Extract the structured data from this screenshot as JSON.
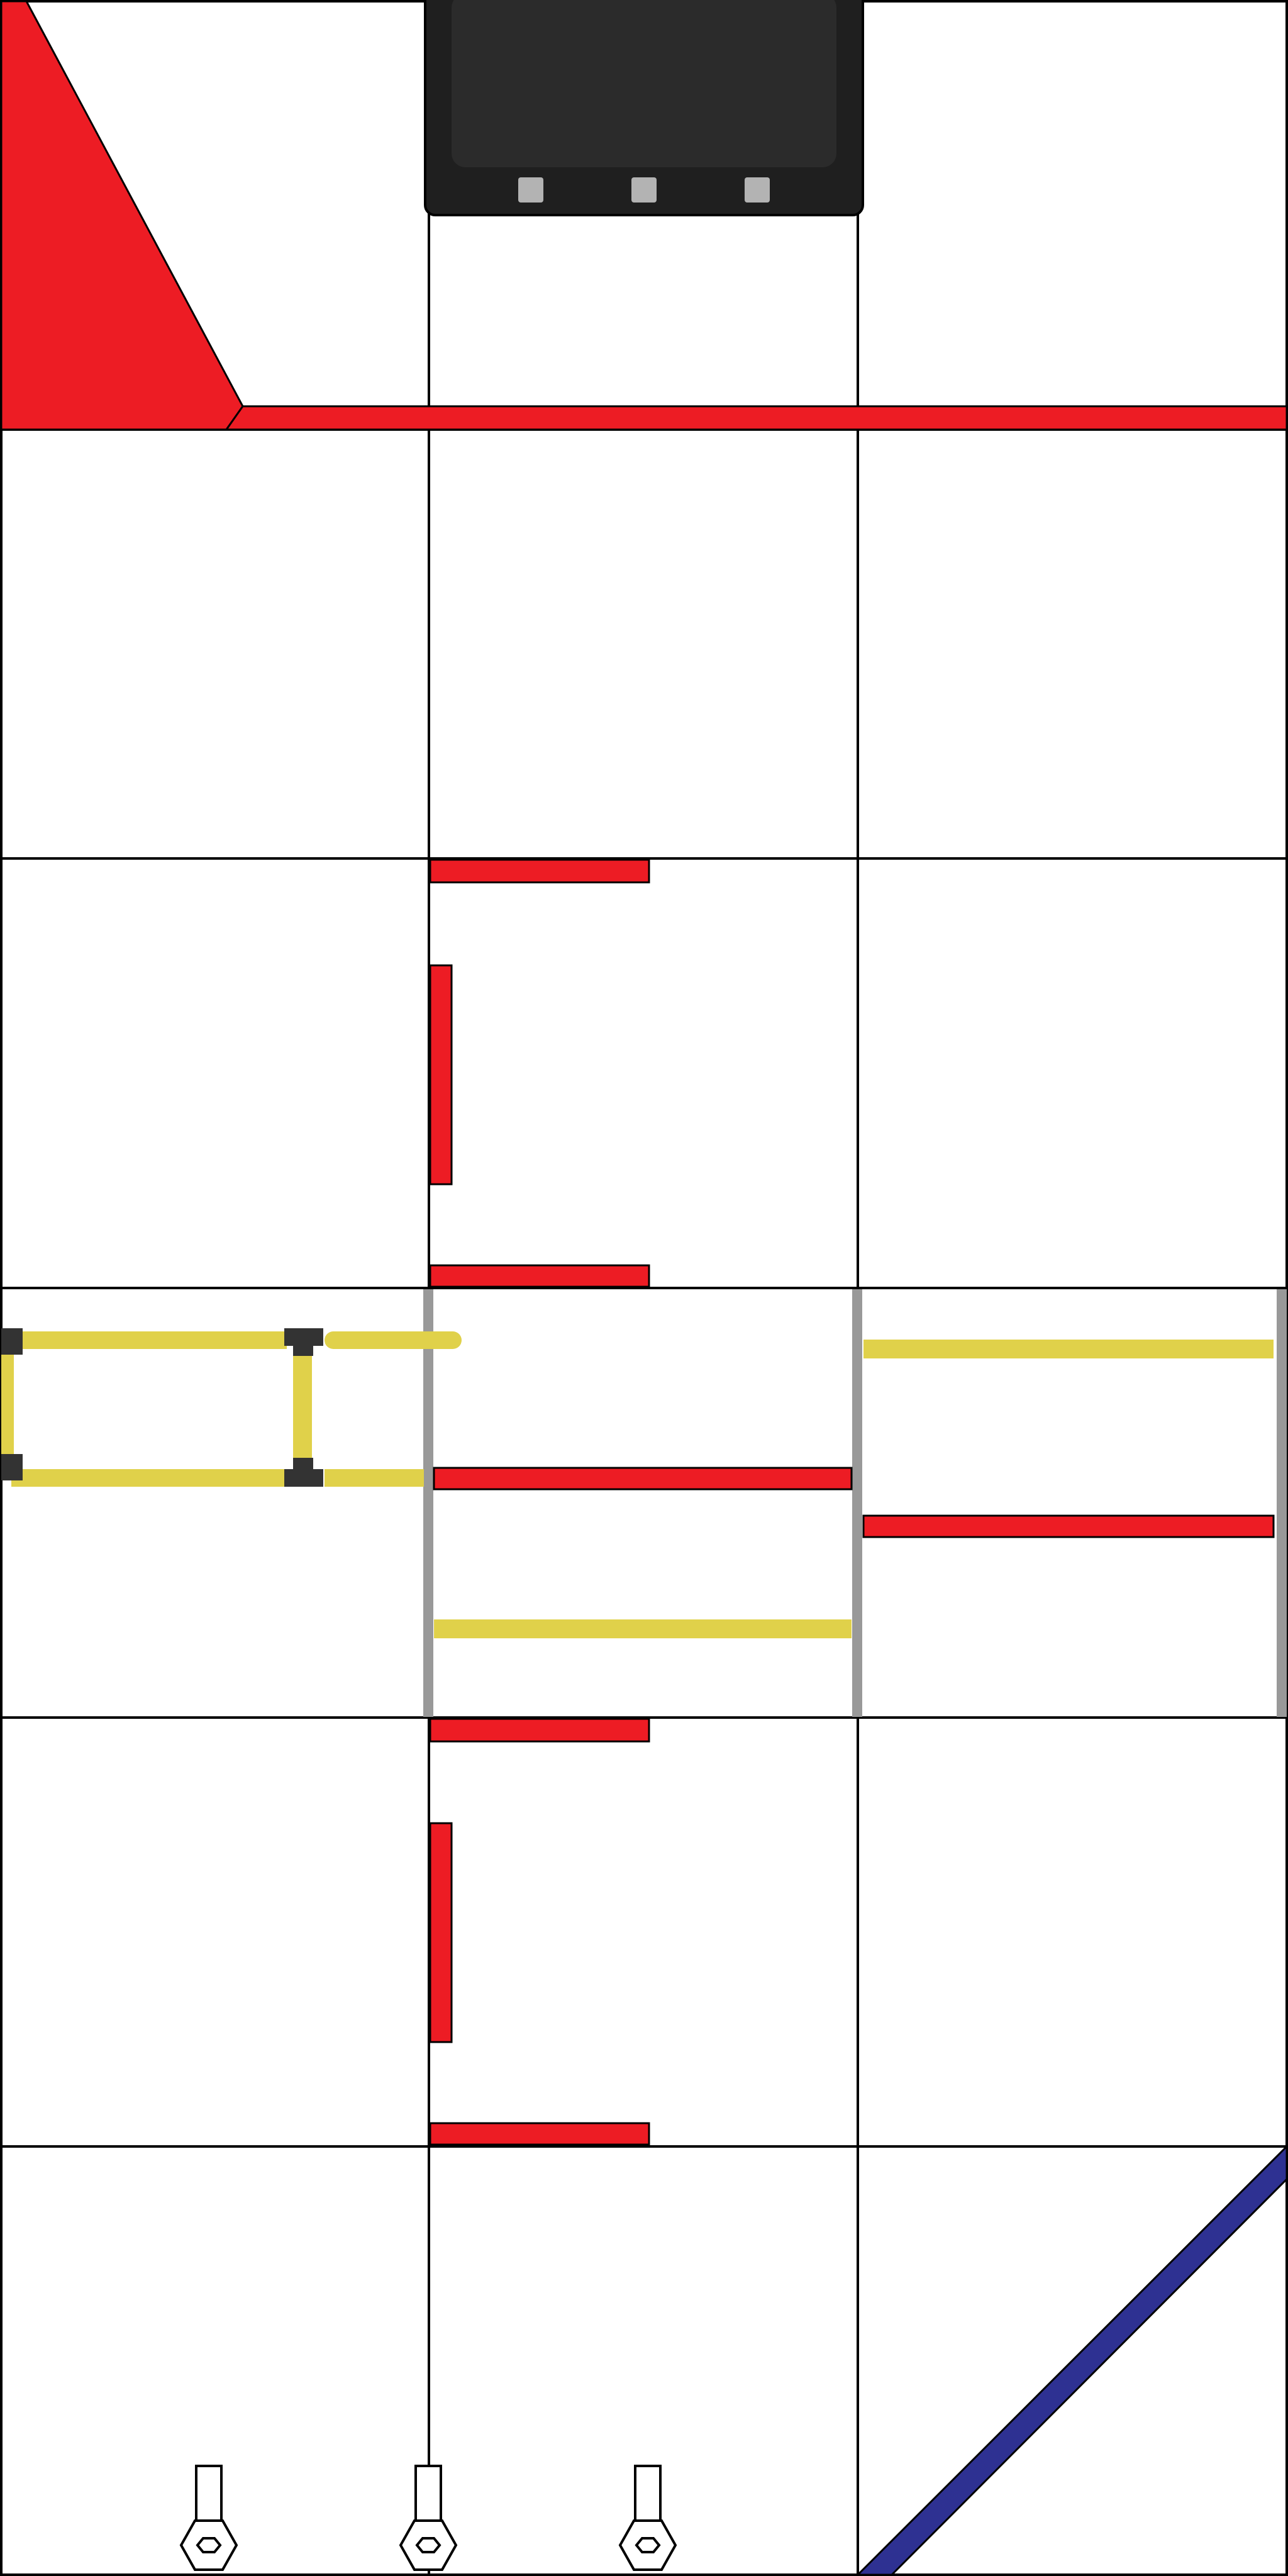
{
  "board": {
    "columns": 3,
    "rows": 6,
    "background": "#ffffff",
    "grid_color": "#000000"
  },
  "colors": {
    "red_wall": "#ed1c24",
    "yellow_track": "#e0d14a",
    "gray_post": "#999999",
    "blue_diagonal": "#2e3192",
    "connector": "#333333",
    "device_body": "#1f1f1f",
    "device_screen": "#2b2b2b",
    "device_button": "#b3b3b3"
  },
  "pieces": {
    "device": {
      "icon": "control-console-icon",
      "buttons": 3
    },
    "pins": {
      "icon": "hex-nut-pin-icon",
      "count": 3
    }
  }
}
